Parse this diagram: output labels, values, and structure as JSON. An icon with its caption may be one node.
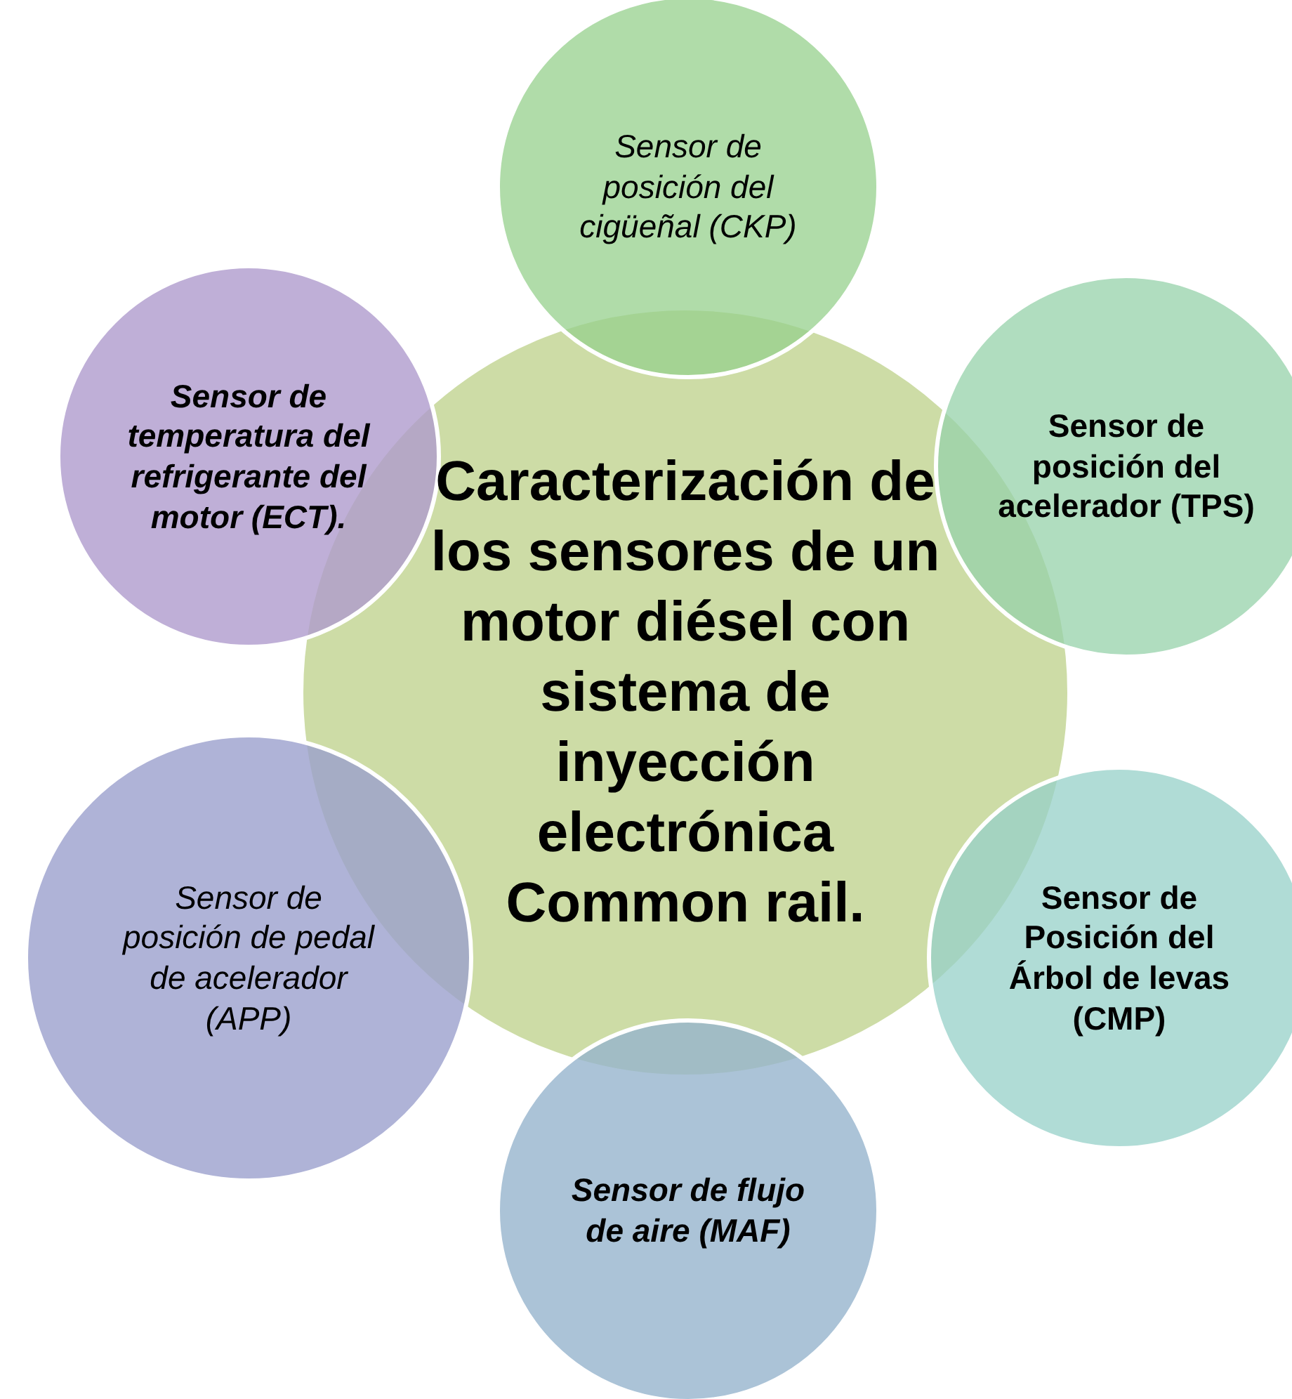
{
  "diagram": {
    "nodes": [
      {
        "text": [
          "Caracterización de los sensores de un motor diésel con sistema de inyección electrónica Common rail."
        ]
      },
      {
        "text": [
          "Sensor de posición del cigüeñal (CKP)"
        ]
      },
      {
        "text": [
          "Sensor de posición del acelerador (TPS)"
        ]
      },
      {
        "text": [
          "Sensor de Posición del Árbol de levas (CMP)"
        ]
      },
      {
        "text": [
          "Sensor de flujo de aire (MAF)"
        ]
      },
      {
        "text": [
          "Sensor de posición de pedal de acelerador (APP)"
        ]
      },
      {
        "text": [
          "Sensor de temperatura del refrigerante del motor (ECT)."
        ]
      }
    ],
    "edges": []
  }
}
